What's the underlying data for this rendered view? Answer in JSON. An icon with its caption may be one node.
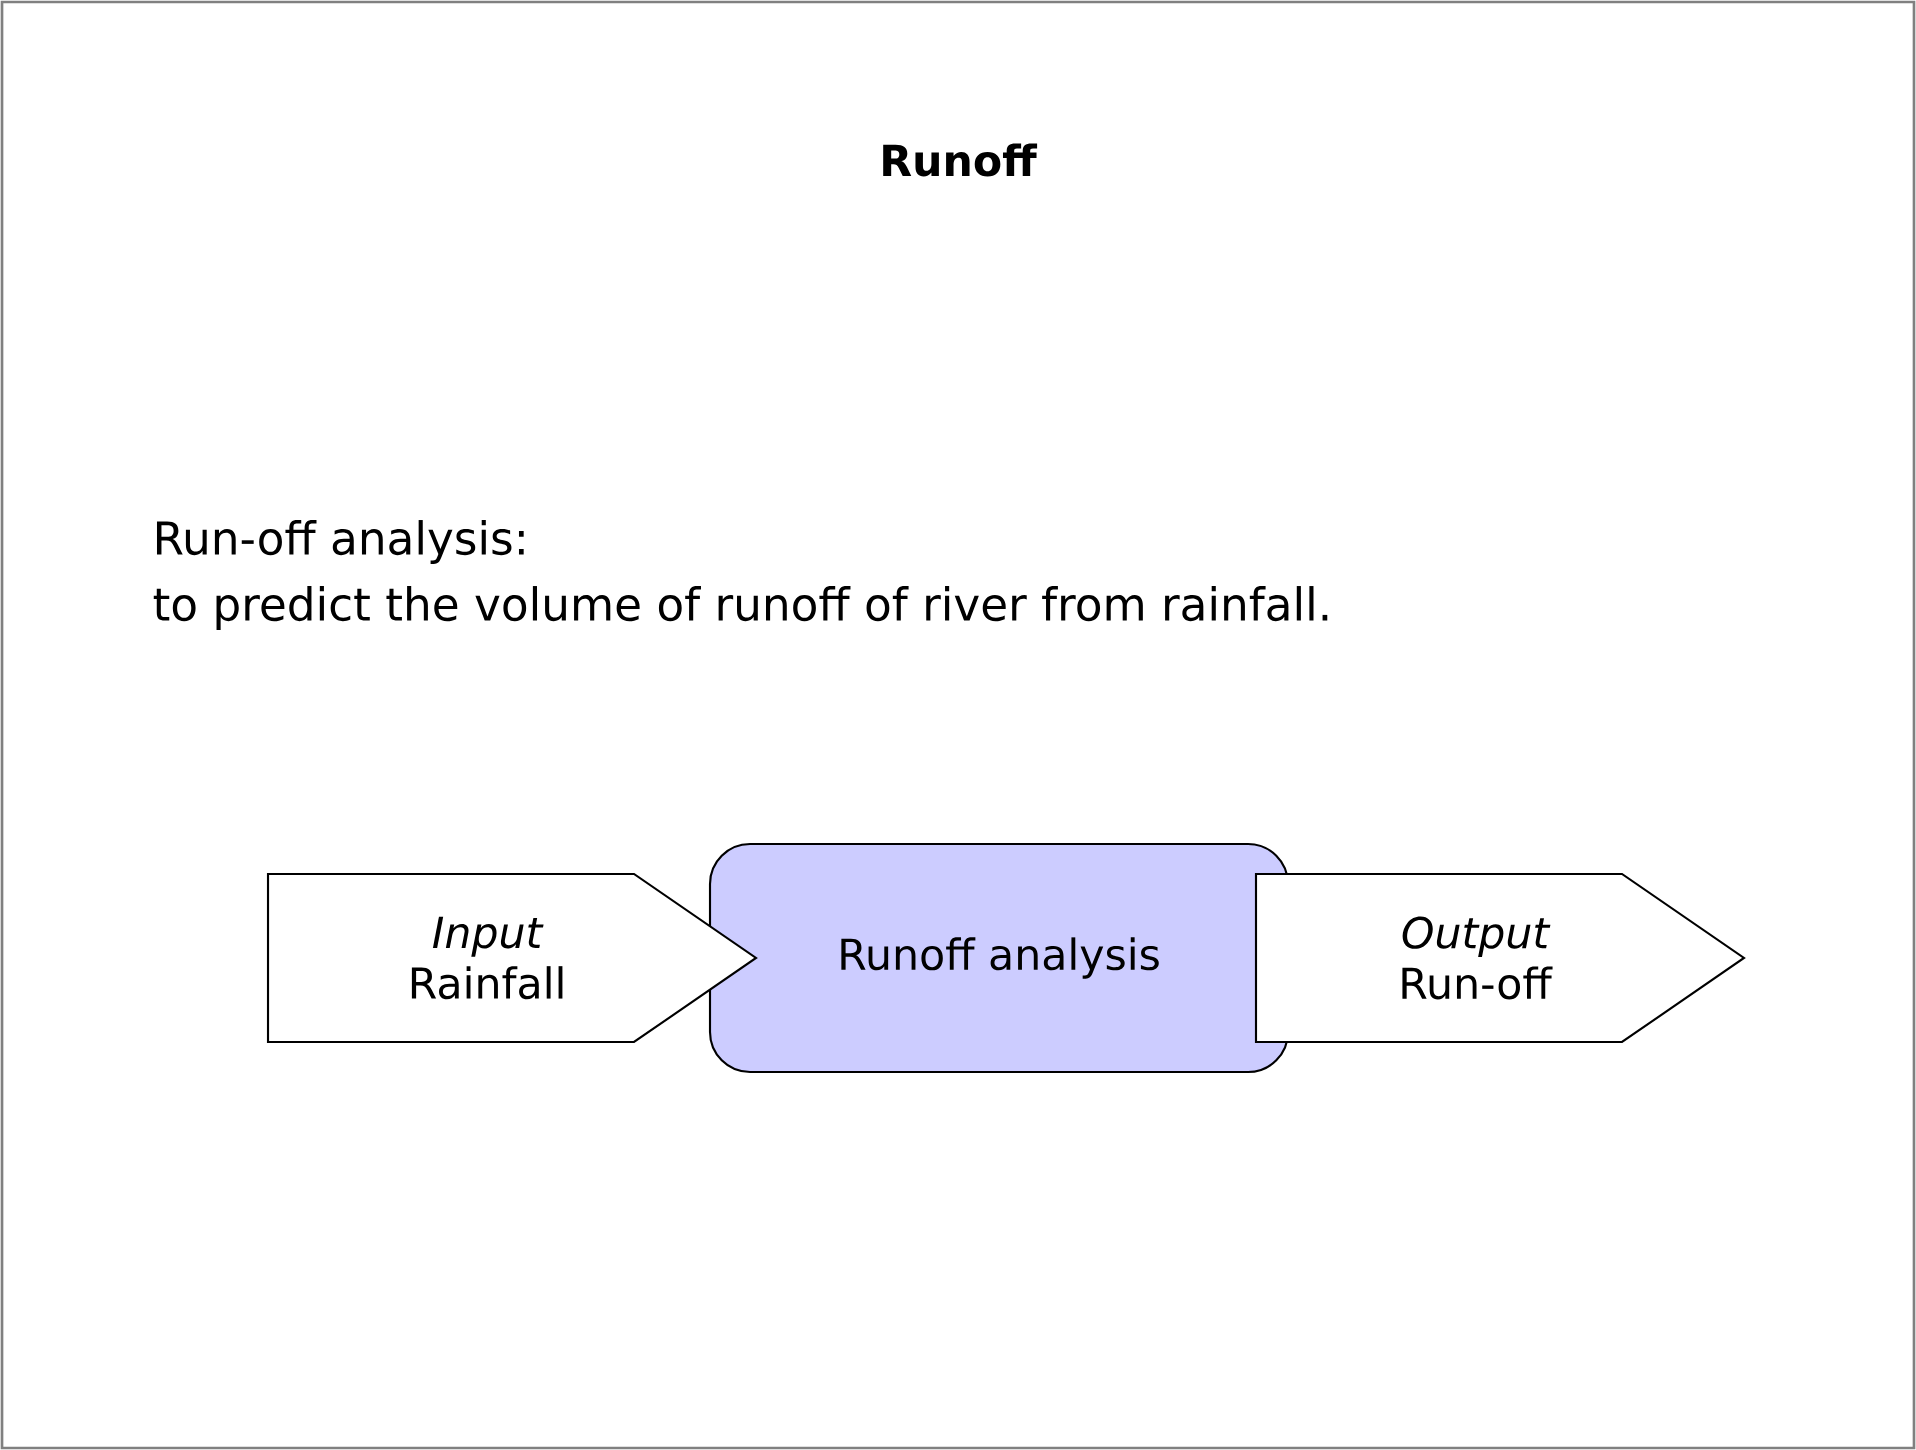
{
  "diagram": {
    "title": "Runoff",
    "nodes": [
      {
        "text": [
          "Input",
          "Rainfall"
        ]
      },
      {
        "text": [
          "Runoff analysis"
        ]
      },
      {
        "text": [
          "Output",
          "Run-off"
        ]
      }
    ],
    "labels": [
      "Run-off analysis:",
      "to predict the volume of runoff of river from rainfall."
    ]
  }
}
